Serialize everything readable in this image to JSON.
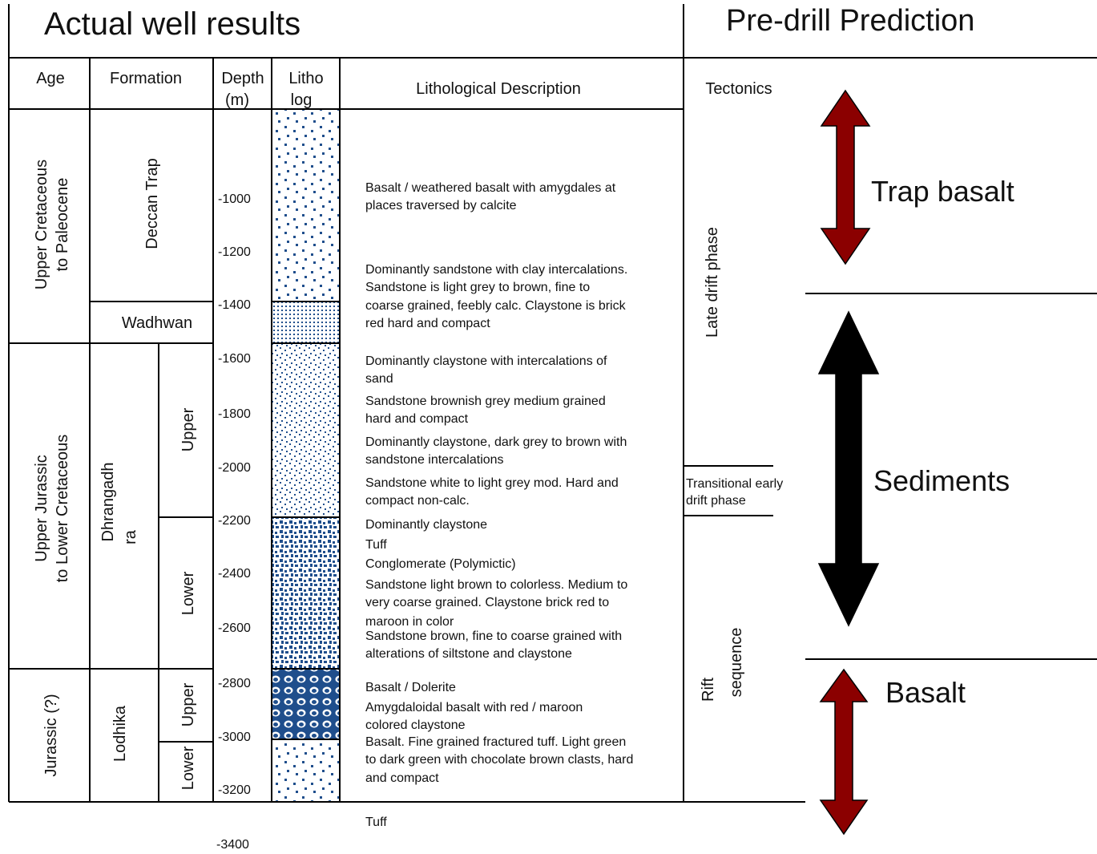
{
  "titles": {
    "actual": "Actual well results",
    "prediction": "Pre-drill Prediction"
  },
  "headers": {
    "age": "Age",
    "formation": "Formation",
    "depth": [
      "Depth",
      "(m)"
    ],
    "litho": [
      "Litho",
      "log"
    ],
    "description": "Lithological Description",
    "tectonics": "Tectonics"
  },
  "ages": {
    "upper_cretaceous": [
      "Upper Cretaceous",
      "to Paleocene"
    ],
    "upper_jurassic": [
      "Upper Jurassic",
      "to Lower Cretaceous"
    ],
    "jurassic": "Jurassic (?)"
  },
  "formations": {
    "deccan_trap": "Deccan Trap",
    "wadhwan": "Wadhwan",
    "dhrangadhra": [
      "Dhrangadh",
      "ra"
    ],
    "lodhika": "Lodhika"
  },
  "members": {
    "dhr_upper": "Upper",
    "dhr_lower": "Lower",
    "lod_upper": "Upper",
    "lod_lower": "Lower"
  },
  "depth_ticks": [
    "-1000",
    "-1200",
    "-1400",
    "-1600",
    "-1800",
    "-2000",
    "-2200",
    "-2400",
    "-2600",
    "-2800",
    "-3000",
    "-3200",
    "-3400"
  ],
  "descriptions": [
    [
      "Basalt / weathered basalt with amygdales at",
      "places traversed by calcite"
    ],
    [
      "Dominantly sandstone with clay intercalations.",
      "Sandstone is light grey to brown, fine to",
      "coarse grained, feebly calc. Claystone is brick",
      "red hard and compact"
    ],
    [
      "Dominantly claystone with intercalations of",
      "sand"
    ],
    [
      "Sandstone brownish grey medium grained",
      "hard and compact"
    ],
    [
      "Dominantly claystone, dark grey to brown with",
      "sandstone intercalations"
    ],
    [
      "Sandstone white to light grey mod. Hard and",
      "compact non-calc."
    ],
    [
      "Dominantly claystone"
    ],
    [
      "Tuff"
    ],
    [
      "Conglomerate (Polymictic)"
    ],
    [
      "Sandstone light brown to colorless. Medium to",
      "very coarse grained. Claystone brick red to",
      "maroon in color"
    ],
    [
      "Sandstone brown, fine to coarse grained with",
      "alterations of siltstone and claystone"
    ],
    [
      "Basalt / Dolerite"
    ],
    [
      "Amygdaloidal basalt with red / maroon",
      "colored claystone"
    ],
    [
      "Basalt. Fine grained fractured tuff. Light green",
      "to dark green with chocolate brown clasts, hard",
      "and compact"
    ],
    [
      "Tuff"
    ]
  ],
  "tectonics": {
    "late_drift": "Late drift phase",
    "transitional": [
      "Transitional early",
      "drift phase"
    ],
    "rift": [
      "Rift",
      "sequence"
    ]
  },
  "prediction": {
    "trap_basalt": "Trap basalt",
    "sediments": "Sediments",
    "basalt": "Basalt"
  },
  "colors": {
    "arrow_red": "#8b0000",
    "arrow_black": "#000000",
    "litho_blue": "#1f4e8c"
  }
}
